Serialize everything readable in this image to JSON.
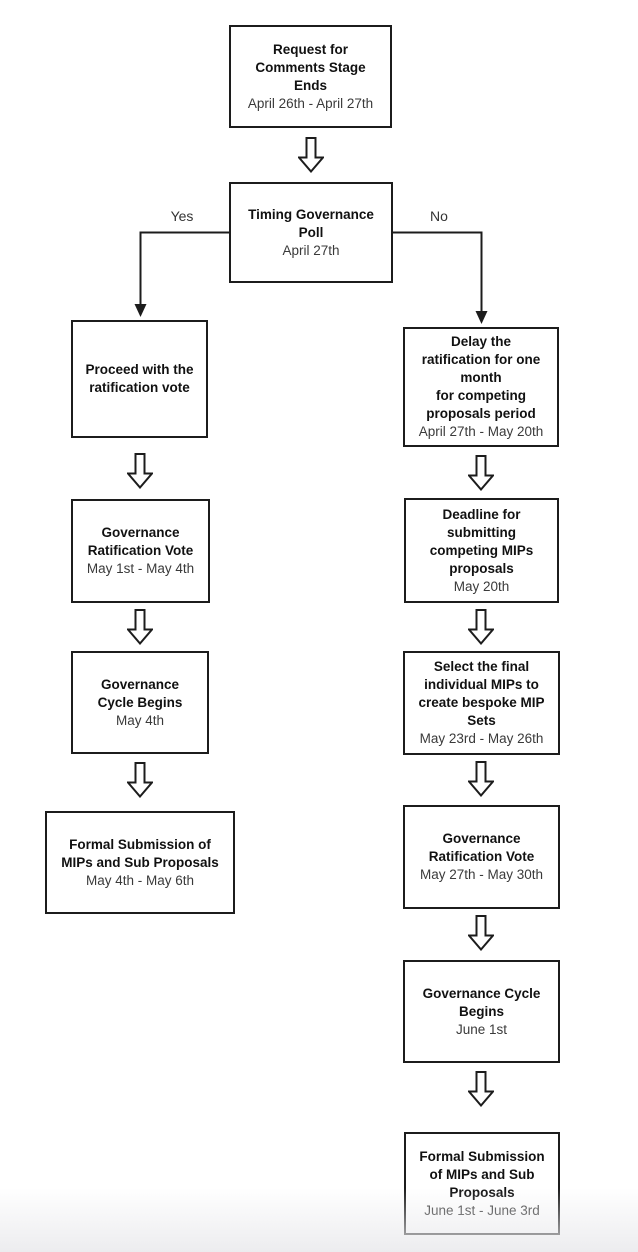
{
  "page": {
    "background_color": "#ffffff",
    "line_color": "#1c1c1c",
    "title_text_color": "#111111",
    "date_text_color": "#3a3a3a"
  },
  "flowchart": {
    "start": {
      "title": "Request for\nComments Stage\nEnds",
      "date": "April 26th - April 27th"
    },
    "decision": {
      "title": "Timing Governance\nPoll",
      "date": "April 27th"
    },
    "branch_labels": {
      "yes": "Yes",
      "no": "No"
    },
    "yes_branch": [
      {
        "title": "Proceed with the\nratification vote",
        "date": ""
      },
      {
        "title": "Governance\nRatification Vote",
        "date": "May 1st - May 4th"
      },
      {
        "title": "Governance\nCycle Begins",
        "date": "May 4th"
      },
      {
        "title": "Formal Submission of\nMIPs and Sub Proposals",
        "date": "May 4th - May 6th"
      }
    ],
    "no_branch": [
      {
        "title": "Delay the\nratification for one\nmonth\nfor competing\nproposals period",
        "date": "April 27th - May 20th"
      },
      {
        "title": "Deadline for\nsubmitting\ncompeting MIPs\nproposals",
        "date": "May 20th"
      },
      {
        "title": "Select the final\nindividual MIPs to\ncreate bespoke MIP\nSets",
        "date": "May 23rd - May 26th"
      },
      {
        "title": "Governance\nRatification Vote",
        "date": "May 27th - May 30th"
      },
      {
        "title": "Governance Cycle\nBegins",
        "date": "June 1st"
      },
      {
        "title": "Formal Submission\nof MIPs and Sub\nProposals",
        "date": "June 1st - June 3rd"
      }
    ]
  }
}
